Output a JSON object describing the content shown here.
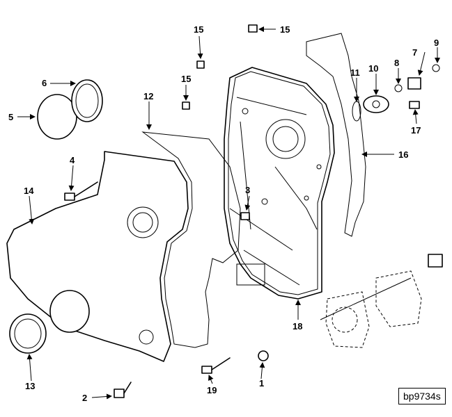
{
  "figure": {
    "reference_code": "bp9734s",
    "callouts": [
      "1",
      "2",
      "3",
      "4",
      "5",
      "6",
      "7",
      "8",
      "9",
      "10",
      "11",
      "12",
      "13",
      "14",
      "15",
      "15",
      "15",
      "16",
      "17",
      "18",
      "19"
    ]
  }
}
